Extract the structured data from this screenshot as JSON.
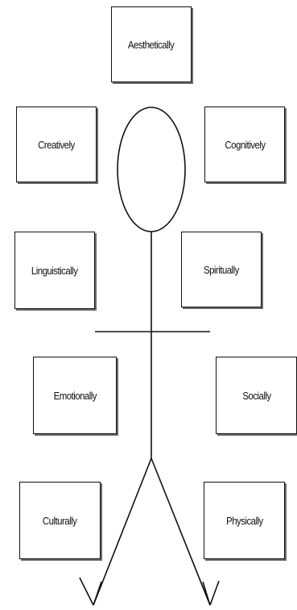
{
  "diagram": {
    "labels": {
      "aesthetically": "Aesthetically",
      "creatively": "Creatively",
      "cognitively": "Cognitively",
      "linguistically": "Linguistically",
      "spiritually": "Spiritually",
      "emotionally": "Emotionally",
      "socially": "Socially",
      "culturally": "Culturally",
      "physically": "Physically"
    }
  }
}
